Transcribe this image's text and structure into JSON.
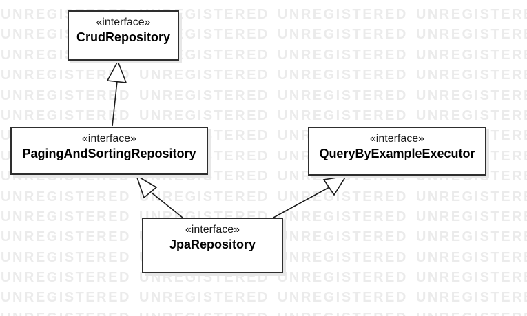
{
  "watermark": {
    "row": "UNREGISTERED UNREGISTERED UNREGISTERED UNREGISTERED"
  },
  "diagram": {
    "nodes": [
      {
        "id": "crud-repository",
        "stereotype": "«interface»",
        "name": "CrudRepository"
      },
      {
        "id": "paging-and-sorting-repository",
        "stereotype": "«interface»",
        "name": "PagingAndSortingRepository"
      },
      {
        "id": "query-by-example-executor",
        "stereotype": "«interface»",
        "name": "QueryByExampleExecutor"
      },
      {
        "id": "jpa-repository",
        "stereotype": "«interface»",
        "name": "JpaRepository"
      }
    ],
    "relations": [
      {
        "type": "generalization",
        "from": "PagingAndSortingRepository",
        "to": "CrudRepository"
      },
      {
        "type": "generalization",
        "from": "JpaRepository",
        "to": "PagingAndSortingRepository"
      },
      {
        "type": "generalization",
        "from": "JpaRepository",
        "to": "QueryByExampleExecutor"
      }
    ]
  },
  "colors": {
    "border": "#2e2e2e",
    "shadow": "#e7e7e7",
    "line": "#1c1c1c",
    "watermark": "#ebebeb",
    "bg": "#ffffff"
  }
}
